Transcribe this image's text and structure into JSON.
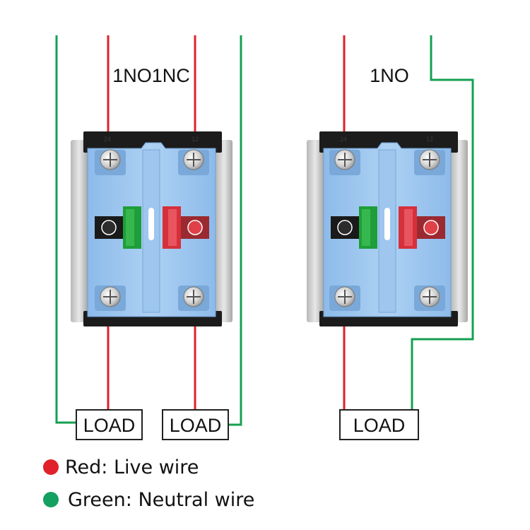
{
  "colors": {
    "red_wire": "#e0202a",
    "green_wire": "#14a050",
    "body_blue": "#a8cdf0",
    "body_blue_dark": "#7fb0e0",
    "terminal_black": "#1c1c1c",
    "led_green": "#1e9e3a",
    "led_red": "#d6303a",
    "legend_red": "#e0202a",
    "legend_green": "#14a060"
  },
  "switches": [
    {
      "title": "1NO1NC",
      "terminal_top_left": "24",
      "terminal_top_right": "12",
      "loads": [
        "LOAD",
        "LOAD"
      ]
    },
    {
      "title": "1NO",
      "terminal_top_left": "24",
      "terminal_top_right": "12",
      "loads": [
        "LOAD"
      ]
    }
  ],
  "legend": [
    {
      "text": "Red: Live wire",
      "color": "red"
    },
    {
      "text": "Green: Neutral wire",
      "color": "green"
    }
  ]
}
